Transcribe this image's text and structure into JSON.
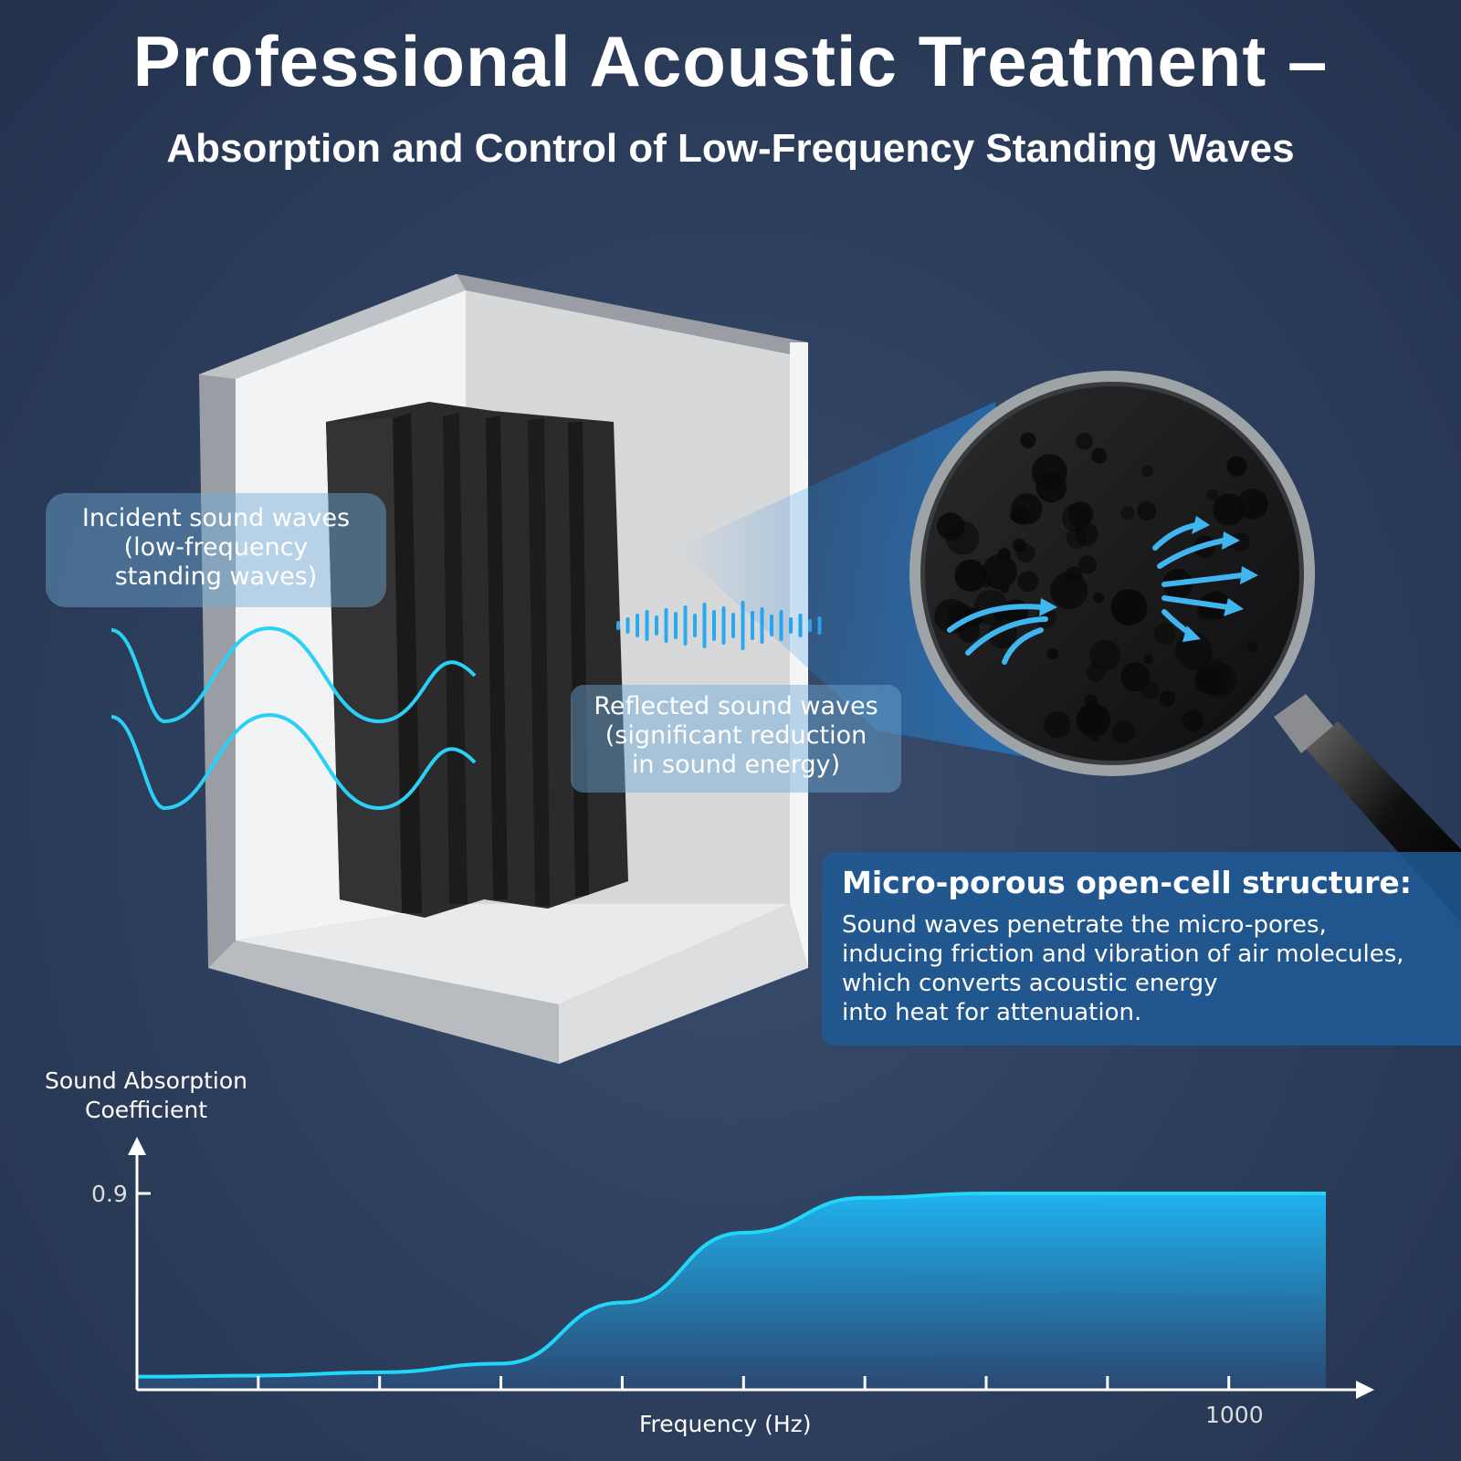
{
  "header": {
    "title": "Professional Acoustic Treatment –",
    "subtitle": "Absorption and Control of Low-Frequency Standing Waves"
  },
  "callouts": {
    "incident": [
      "Incident sound waves",
      "(low-frequency",
      "standing waves)"
    ],
    "reflected": [
      "Reflected sound waves",
      "(significant reduction",
      "in sound energy)"
    ]
  },
  "info": {
    "title": "Micro-porous open-cell structure:",
    "lines": [
      "Sound waves penetrate the micro-pores,",
      "inducing friction and vibration of air molecules,",
      "which converts acoustic energy",
      "into heat for attenuation."
    ]
  },
  "chart_data": {
    "type": "area",
    "ylabel": "Sound Absorption Coefficient",
    "xlabel": "Frequency (Hz)",
    "ytick": "0.9",
    "xtick": "1000",
    "x": [
      0,
      1,
      2,
      3,
      4,
      5,
      6,
      7,
      8,
      9,
      9.8
    ],
    "values": [
      0.06,
      0.065,
      0.08,
      0.12,
      0.4,
      0.72,
      0.88,
      0.9,
      0.9,
      0.9,
      0.9
    ]
  },
  "colors": {
    "accent": "#2ad0f5",
    "panel": "#1e5a96",
    "foam": "#2b2b2d"
  }
}
